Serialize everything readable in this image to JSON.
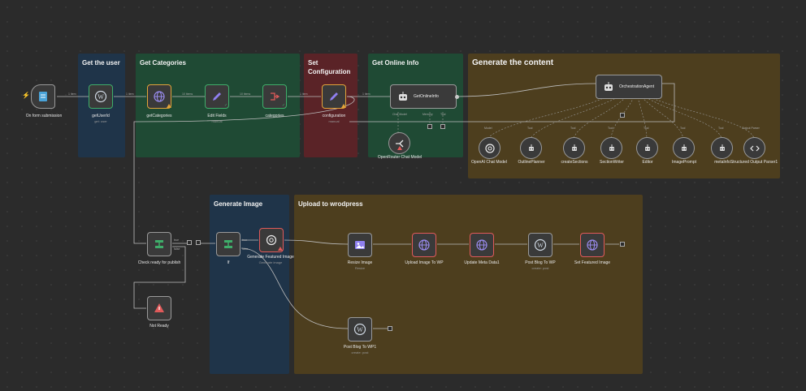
{
  "sections": {
    "get_user": "Get the user",
    "get_categories": "Get Categories",
    "set_configuration": "Set Configuration",
    "get_online_info": "Get Online Info",
    "generate_content": "Generate the content",
    "generate_image": "Generate Image",
    "upload_wordpress": "Upload to wrodpress"
  },
  "nodes": {
    "trigger": "On form submission",
    "getUserId": "getUserId",
    "getUserId_sub": "get: user",
    "getCategories": "getCategories",
    "editFields": "Edit Fields",
    "editFields_sub": "manual",
    "categories": "categories",
    "configuration": "configuration",
    "configuration_sub": "manual",
    "getOnlineInfo": "GetOnlineInfo",
    "openRouter": "OpenRouter Chat Model",
    "orchestration": "OrchestrationAgent",
    "openAI": "OpenAI Chat Model",
    "outline": "OutlinePlanner",
    "createSections": "createSections",
    "sectionWriter": "SectionWriter",
    "editor": "Editor",
    "imagePrompt": "ImagePrompt",
    "metaInfo": "metaInfo",
    "structuredParser": "Structured Output Parser1",
    "checkReady": "Check ready for publish",
    "ifNode": "If",
    "notReady": "Not Ready",
    "genFeatured": "Generate Featured Image",
    "genFeatured_sub": "Generate image",
    "resize": "Resize Image",
    "resize_sub": "Resize",
    "uploadImage": "Upload Image To WP",
    "updateMeta": "Update Meta Data1",
    "postBlog": "Post Blog To WP",
    "postBlog_sub": "create: post",
    "setFeatured": "Set Featured Image",
    "postBlog1": "Post Blog To WP1",
    "postBlog1_sub": "create: post"
  },
  "edges": {
    "item1": "1 item",
    "items10": "10 items",
    "chat_model": "Chat Model",
    "memory": "Memory",
    "tool": "Tool",
    "model": "Model",
    "output_parser": "Output Parser",
    "true": "true",
    "false": "false"
  },
  "colors": {
    "canvas": "#2b2b2b",
    "section_blue": "#1f3449",
    "section_green": "#1f4a34",
    "section_red": "#5a2327",
    "section_brown": "#4d3e1e",
    "accent_green": "#3fae6a",
    "accent_orange": "#e3a33a",
    "accent_red": "#e05a5a"
  },
  "icons": {
    "trigger": "form-icon",
    "wordpress": "wordpress-icon",
    "http": "globe-icon",
    "edit": "pencil-icon",
    "split": "split-icon",
    "agent": "robot-icon",
    "openrouter": "openrouter-icon",
    "openai": "openai-icon",
    "tool": "tool-icon",
    "code": "code-icon",
    "if": "if-icon",
    "stop": "stop-icon",
    "image": "image-icon"
  }
}
